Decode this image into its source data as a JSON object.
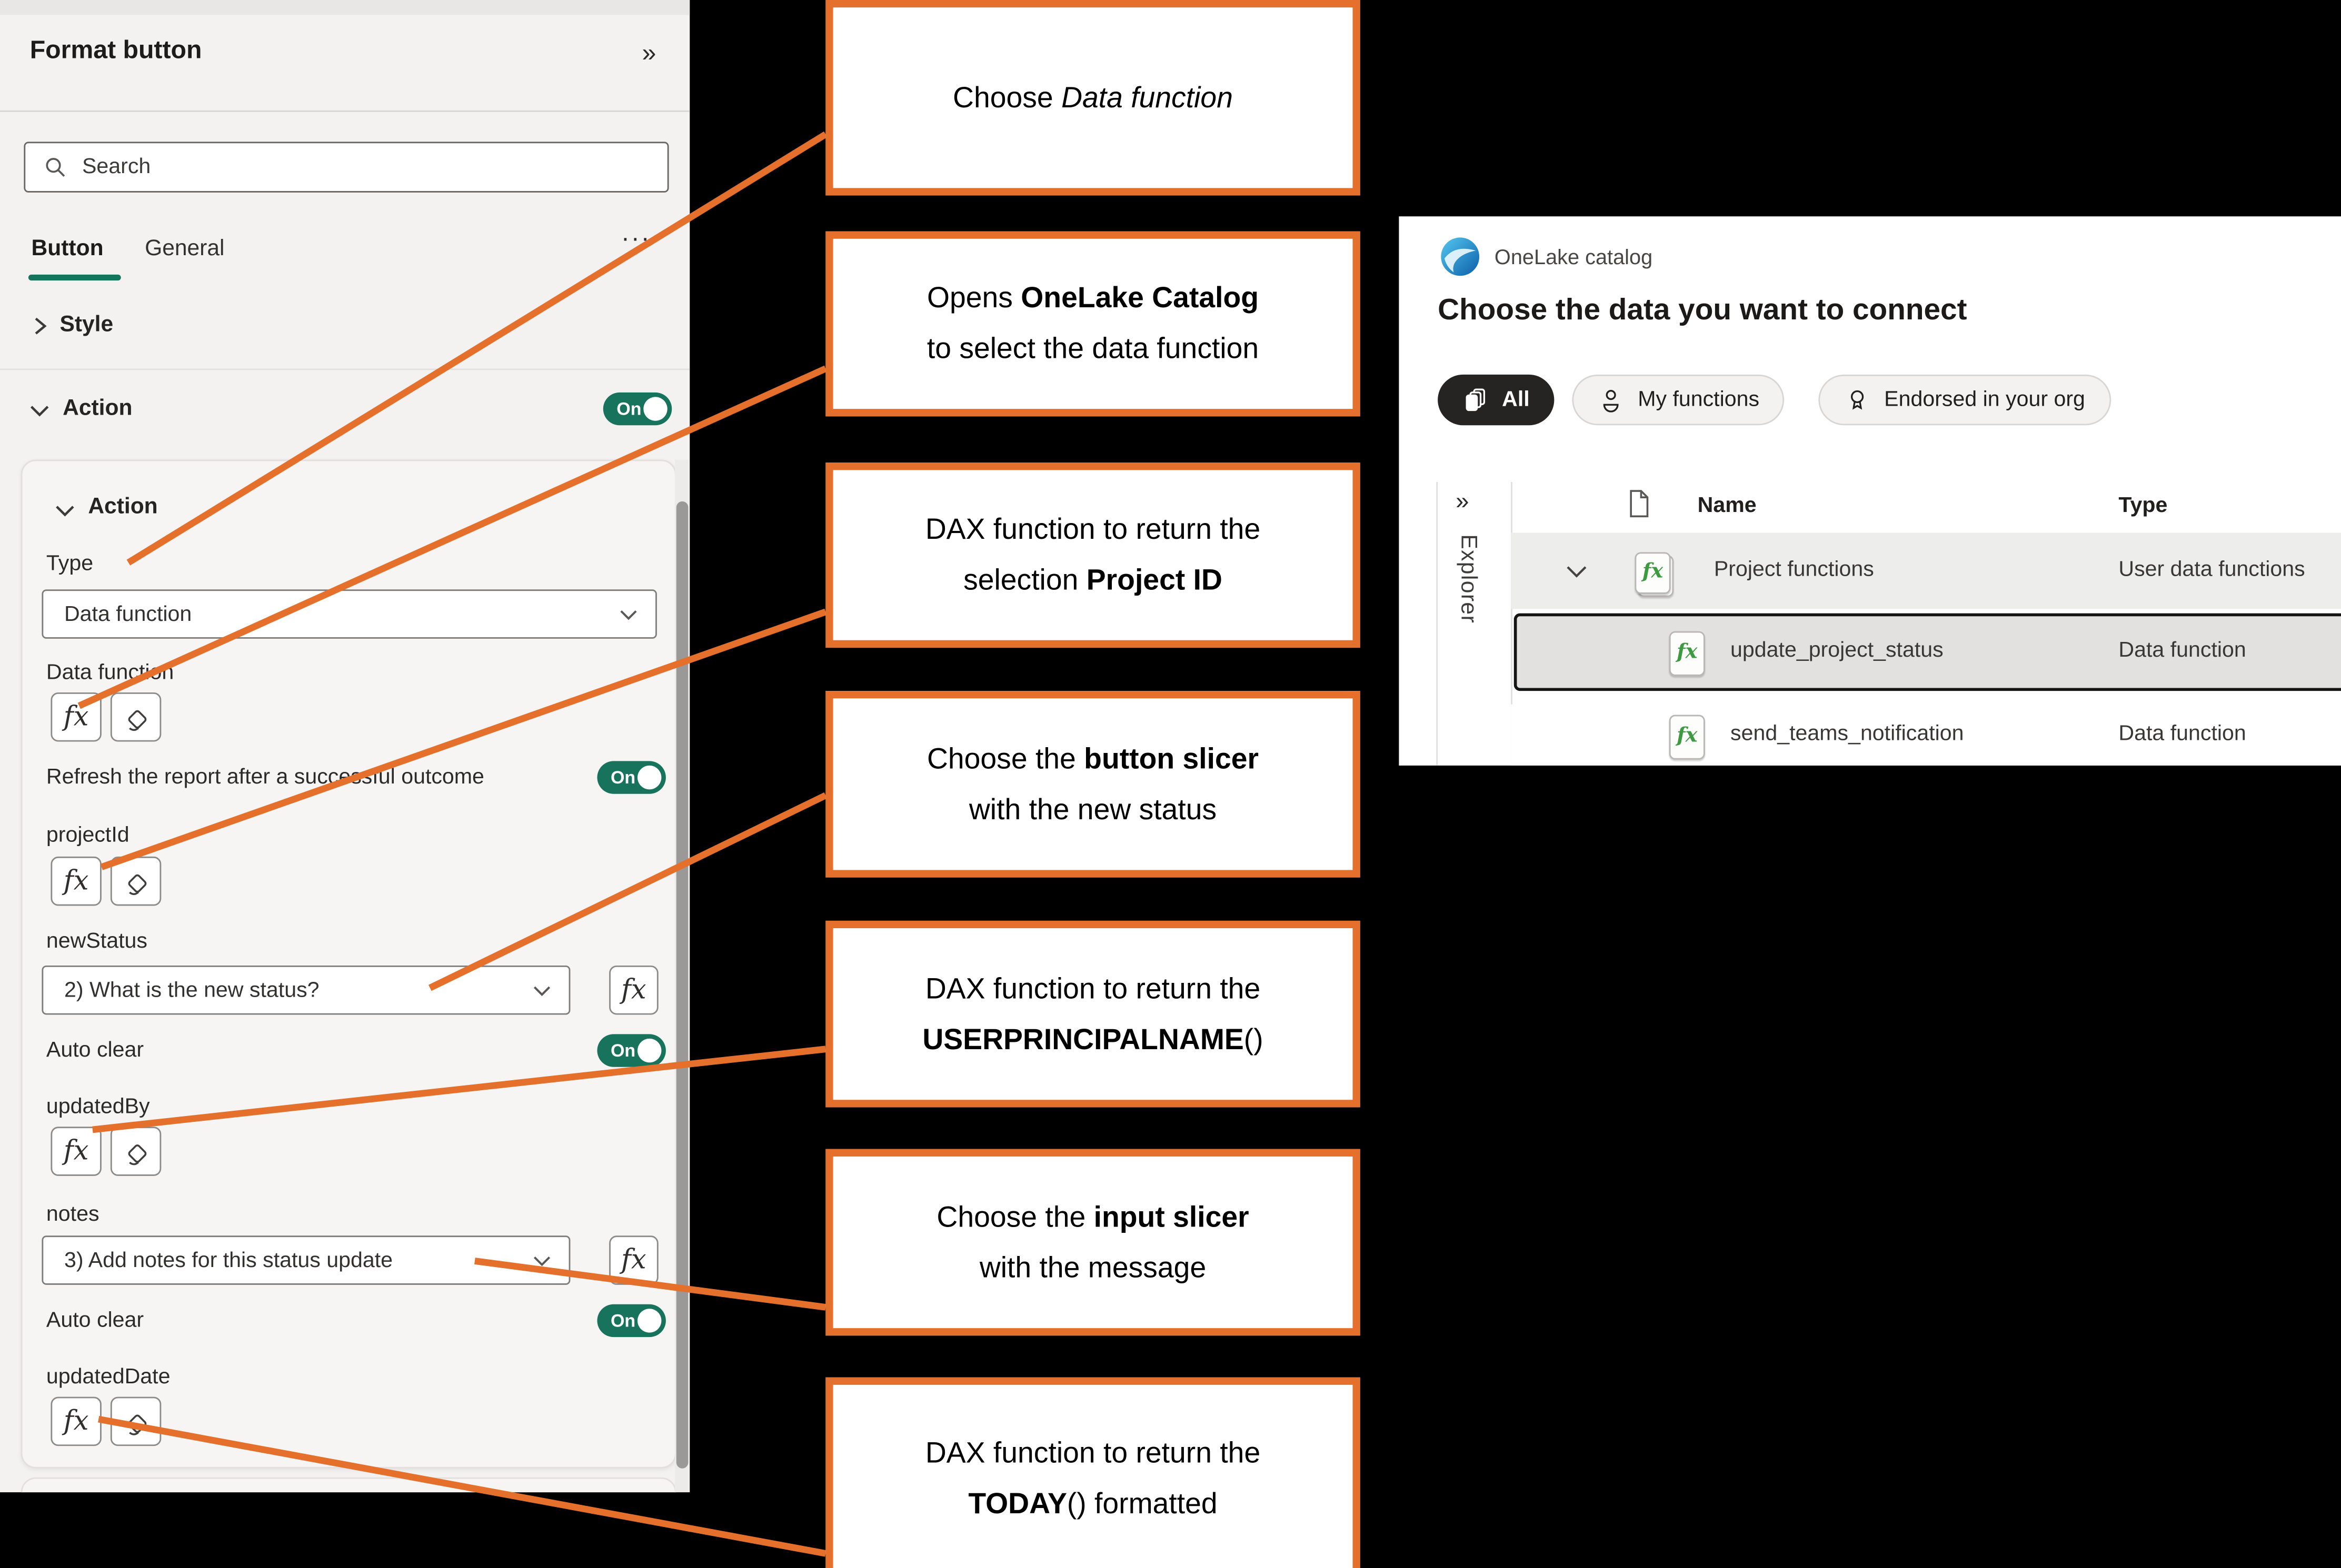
{
  "colors": {
    "accent_green": "#17735C",
    "callout_orange": "#E4702C",
    "pill_dark": "#262423",
    "selected_row_border": "#141414",
    "row_green_fx": "#3C9B41"
  },
  "icons": {
    "fx": "fx",
    "collapse_pane": "»",
    "explorer_expand": "»",
    "more": "···"
  },
  "format_pane": {
    "title": "Format button",
    "search_placeholder": "Search",
    "tab_button": "Button",
    "tab_general": "General",
    "style_label": "Style",
    "action_label": "Action",
    "on_label": "On",
    "inner": {
      "action_label": "Action",
      "type_label": "Type",
      "type_value": "Data function",
      "data_function_label": "Data function",
      "refresh_label": "Refresh the report after a successful outcome",
      "projectid_label": "projectId",
      "newstatus_label": "newStatus",
      "newstatus_value": "2) What is the new status?",
      "autoclear_label": "Auto clear",
      "updatedby_label": "updatedBy",
      "notes_label": "notes",
      "notes_value": "3) Add notes for this status update",
      "updateddate_label": "updatedDate"
    }
  },
  "callouts": [
    {
      "lines": [
        [
          {
            "t": "Choose "
          },
          {
            "t": "Data function",
            "i": true
          }
        ]
      ]
    },
    {
      "lines": [
        [
          {
            "t": "Opens "
          },
          {
            "t": "OneLake Catalog",
            "b": true
          }
        ],
        [
          {
            "t": "to select the data function"
          }
        ]
      ]
    },
    {
      "lines": [
        [
          {
            "t": "DAX function to return the"
          }
        ],
        [
          {
            "t": "selection "
          },
          {
            "t": "Project ID",
            "b": true
          }
        ]
      ]
    },
    {
      "lines": [
        [
          {
            "t": "Choose the "
          },
          {
            "t": "button slicer",
            "b": true
          }
        ],
        [
          {
            "t": "with the new status"
          }
        ]
      ]
    },
    {
      "lines": [
        [
          {
            "t": "DAX function to return the"
          }
        ],
        [
          {
            "t": "USERPRINCIPALNAME",
            "b": true
          },
          {
            "t": "()"
          }
        ]
      ]
    },
    {
      "lines": [
        [
          {
            "t": "Choose the "
          },
          {
            "t": "input slicer",
            "b": true
          }
        ],
        [
          {
            "t": "with the message"
          }
        ]
      ]
    },
    {
      "lines": [
        [
          {
            "t": "DAX function to return the"
          }
        ],
        [
          {
            "t": "TODAY",
            "b": true
          },
          {
            "t": "() formatted"
          }
        ]
      ]
    }
  ],
  "onelake": {
    "app_name": "OneLake catalog",
    "title": "Choose the data you want to connect",
    "filters": [
      {
        "label": "All",
        "active": true
      },
      {
        "label": "My functions",
        "active": false
      },
      {
        "label": "Endorsed in your org",
        "active": false
      }
    ],
    "explorer_label": "Explorer",
    "col_name": "Name",
    "col_type": "Type",
    "rows": [
      {
        "name": "Project functions",
        "type": "User data functions"
      },
      {
        "name": "update_project_status",
        "type": "Data function"
      },
      {
        "name": "send_teams_notification",
        "type": "Data function"
      }
    ]
  }
}
